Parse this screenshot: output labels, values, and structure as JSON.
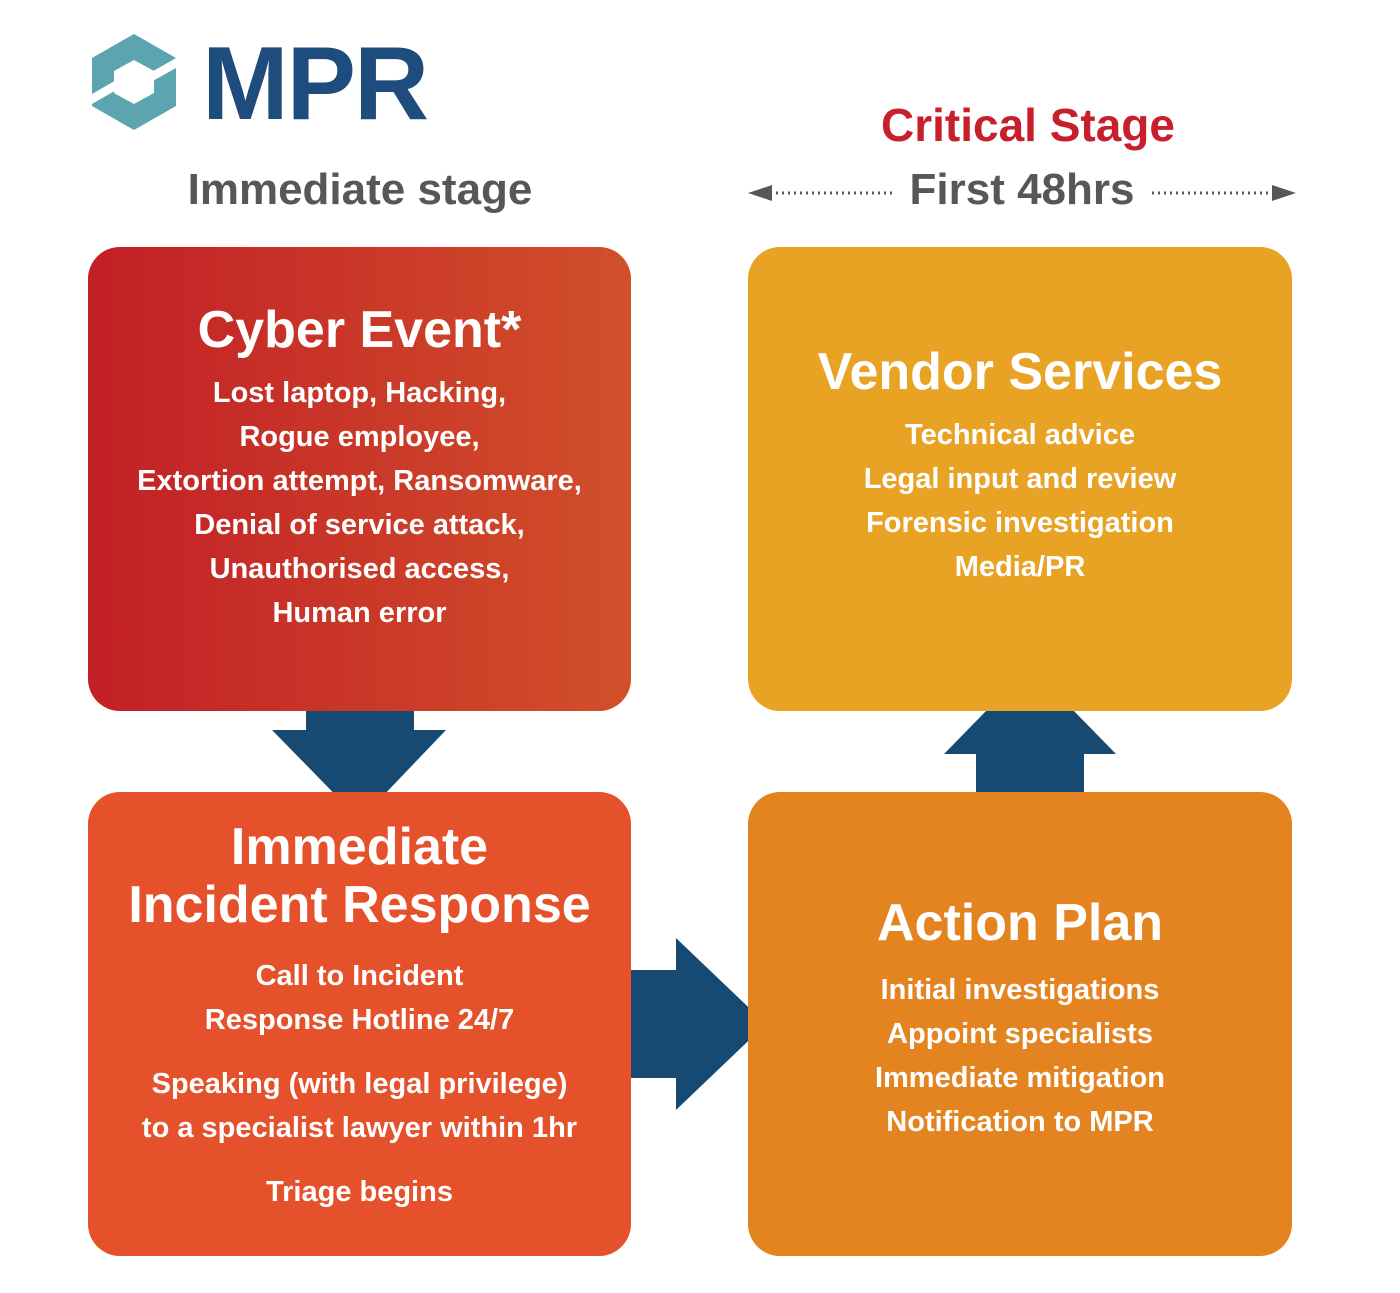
{
  "logo": {
    "text": "MPR"
  },
  "stages": {
    "immediate_label": "Immediate stage",
    "critical_label": "Critical Stage",
    "first48_label": "First 48hrs"
  },
  "boxes": {
    "cyber_event": {
      "title": "Cyber Event*",
      "lines": [
        "Lost laptop, Hacking,",
        "Rogue employee,",
        "Extortion attempt, Ransomware,",
        "Denial of service attack,",
        "Unauthorised access,",
        "Human error"
      ]
    },
    "vendor_services": {
      "title": "Vendor Services",
      "lines": [
        "Technical advice",
        "Legal input and review",
        "Forensic investigation",
        "Media/PR"
      ]
    },
    "incident_response": {
      "title_line1": "Immediate",
      "title_line2": "Incident Response",
      "lines": [
        "Call to Incident",
        "Response Hotline 24/7",
        "Speaking (with legal privilege)",
        "to a specialist lawyer within 1hr",
        "Triage begins"
      ]
    },
    "action_plan": {
      "title": "Action Plan",
      "lines": [
        "Initial investigations",
        "Appoint specialists",
        "Immediate mitigation",
        "Notification to MPR"
      ]
    }
  },
  "colors": {
    "logo_teal": "#5ba4b0",
    "logo_navy": "#1d4c7d",
    "stage_gray": "#555759",
    "critical_red": "#c81f2d",
    "arrow_navy": "#174a72",
    "cyber_gradient_start": "#c21f26",
    "cyber_gradient_end": "#d1502a",
    "incident_orange": "#e5512a",
    "vendor_amber": "#e8a224",
    "action_orange": "#e48421"
  }
}
